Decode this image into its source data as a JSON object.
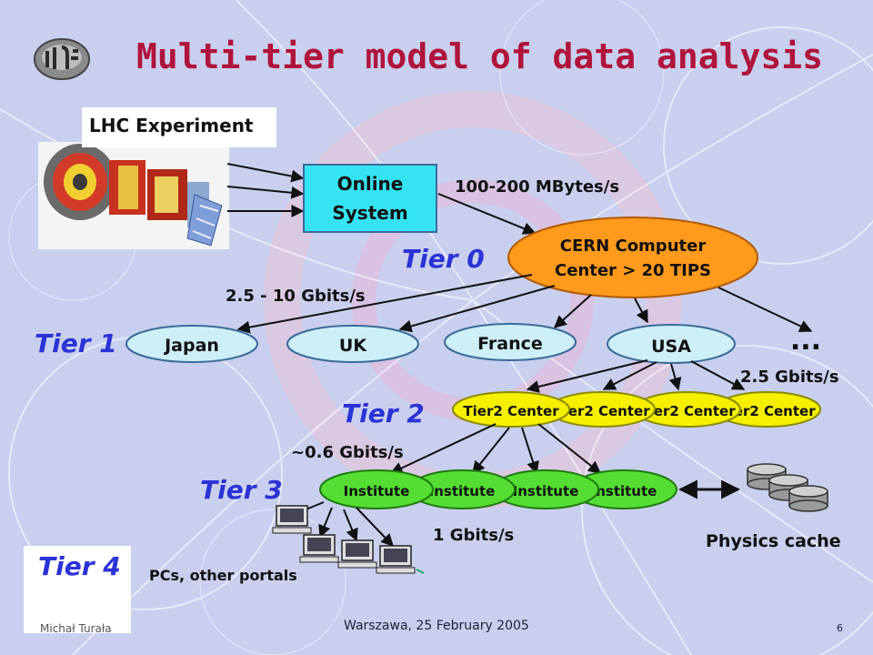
{
  "title": "Multi-tier model of data analysis",
  "lhc_label": "LHC Experiment",
  "online_system": [
    "Online",
    "System"
  ],
  "rates": {
    "online_to_cern": "100-200 MBytes/s",
    "cern_to_tier1": "2.5 - 10 Gbits/s",
    "tier1_to_tier2": "2.5 Gbits/s",
    "tier2_to_tier3": "~0.6 Gbits/s",
    "tier3_to_tier4": "1 Gbits/s"
  },
  "tiers": {
    "tier0": "Tier 0",
    "tier1": "Tier 1",
    "tier2": "Tier 2",
    "tier3": "Tier 3",
    "tier4": "Tier 4"
  },
  "cern": [
    "CERN Computer",
    "Center > 20 TIPS"
  ],
  "tier1_nodes": [
    "Japan",
    "UK",
    "France",
    "USA"
  ],
  "ellipsis": "...",
  "tier2_nodes": [
    "Tier2 Center",
    "Tier2 Center",
    "Tier2 Center",
    "Tier2 Center"
  ],
  "tier3_nodes": [
    "Institute",
    "Institute",
    "Institute",
    "Institute"
  ],
  "physics_cache": "Physics cache",
  "tier4_text": "PCs, other portals",
  "footer": {
    "author": "Michał Turała",
    "center": "Warszawa, 25 February 2005",
    "page": "6"
  },
  "colors": {
    "title": "#b0143a",
    "tier_label": "#2a33d6",
    "online": "#35e3f2",
    "cern": "#ff9a1c",
    "tier1": "#cdeff8",
    "tier2": "#f6f000",
    "tier3": "#55dd33"
  }
}
